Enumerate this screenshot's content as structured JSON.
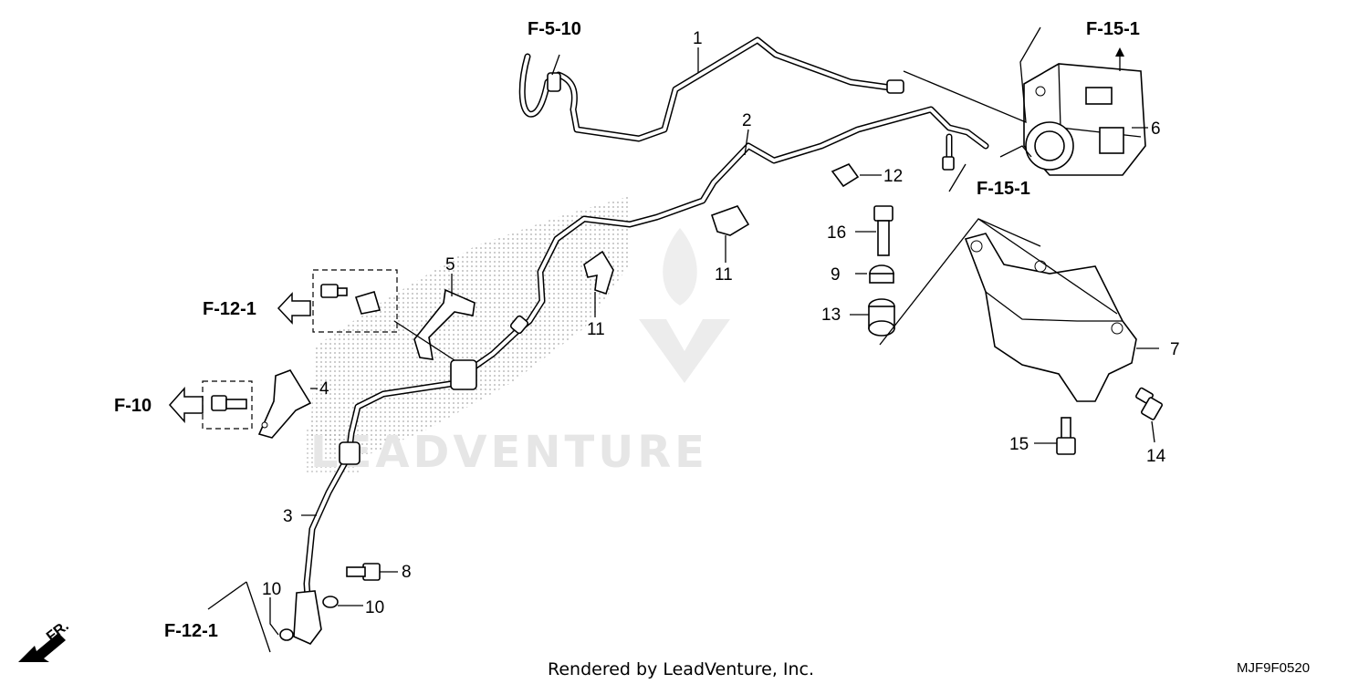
{
  "diagram": {
    "parts": [
      {
        "id": "1",
        "label": "1"
      },
      {
        "id": "2",
        "label": "2"
      },
      {
        "id": "3",
        "label": "3"
      },
      {
        "id": "4",
        "label": "4"
      },
      {
        "id": "5",
        "label": "5"
      },
      {
        "id": "6",
        "label": "6"
      },
      {
        "id": "7",
        "label": "7"
      },
      {
        "id": "8",
        "label": "8"
      },
      {
        "id": "9",
        "label": "9"
      },
      {
        "id": "10a",
        "label": "10"
      },
      {
        "id": "10b",
        "label": "10"
      },
      {
        "id": "11a",
        "label": "11"
      },
      {
        "id": "11b",
        "label": "11"
      },
      {
        "id": "12",
        "label": "12"
      },
      {
        "id": "13",
        "label": "13"
      },
      {
        "id": "14",
        "label": "14"
      },
      {
        "id": "15",
        "label": "15"
      },
      {
        "id": "16",
        "label": "16"
      }
    ],
    "references": [
      {
        "id": "f-5-10",
        "label": "F-5-10"
      },
      {
        "id": "f-15-1-top",
        "label": "F-15-1"
      },
      {
        "id": "f-15-1-mid",
        "label": "F-15-1"
      },
      {
        "id": "f-12-1-a",
        "label": "F-12-1"
      },
      {
        "id": "f-10",
        "label": "F-10"
      },
      {
        "id": "f-12-1-b",
        "label": "F-12-1"
      }
    ],
    "front_indicator": "FR.",
    "watermark_text": "LEADVENTURE",
    "footer": "Rendered by LeadVenture, Inc.",
    "diagram_code": "MJF9F0520"
  }
}
